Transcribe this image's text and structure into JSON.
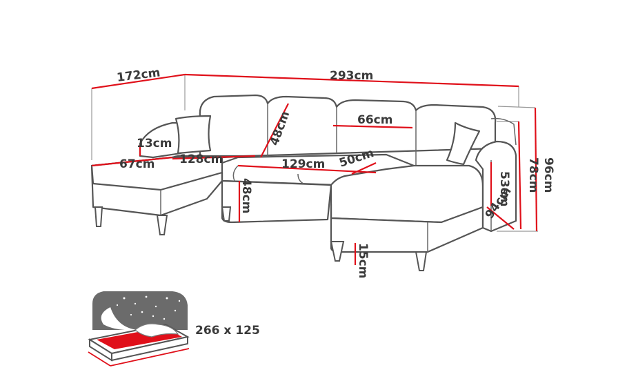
{
  "product": {
    "dimensions": {
      "total_width": "293cm",
      "chaise_length": "172cm",
      "overall_height": "96cm",
      "back_height": "78cm",
      "arm_height": "53cm",
      "side_depth": "94cm",
      "armrest_width": "13cm",
      "left_seat_depth": "67cm",
      "left_seat_width": "128cm",
      "center_seat_width": "129cm",
      "center_seat_depth": "50cm",
      "cushion_width": "66cm",
      "backrest_height": "48cm",
      "seat_height": "48cm",
      "leg_height": "15cm"
    },
    "bed_size": "266 x 125"
  },
  "colors": {
    "dimension_line": "#e0101a",
    "outline": "#555555",
    "bed_surface": "#e0101a",
    "bed_background": "#6b6b6b"
  }
}
